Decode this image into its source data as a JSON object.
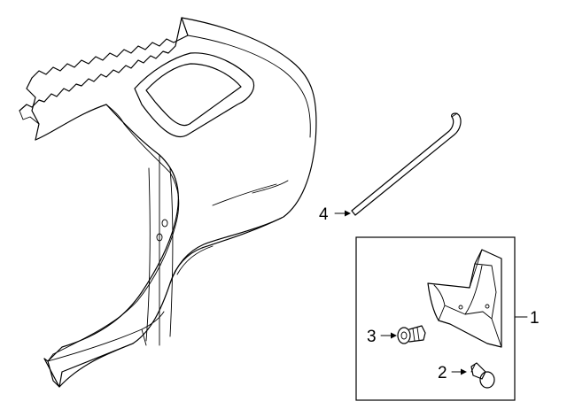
{
  "callouts": {
    "mud_flap": "1",
    "push_pin": "2",
    "screw": "3",
    "molding": "4"
  },
  "colors": {
    "line": "#000000",
    "background": "#ffffff"
  }
}
